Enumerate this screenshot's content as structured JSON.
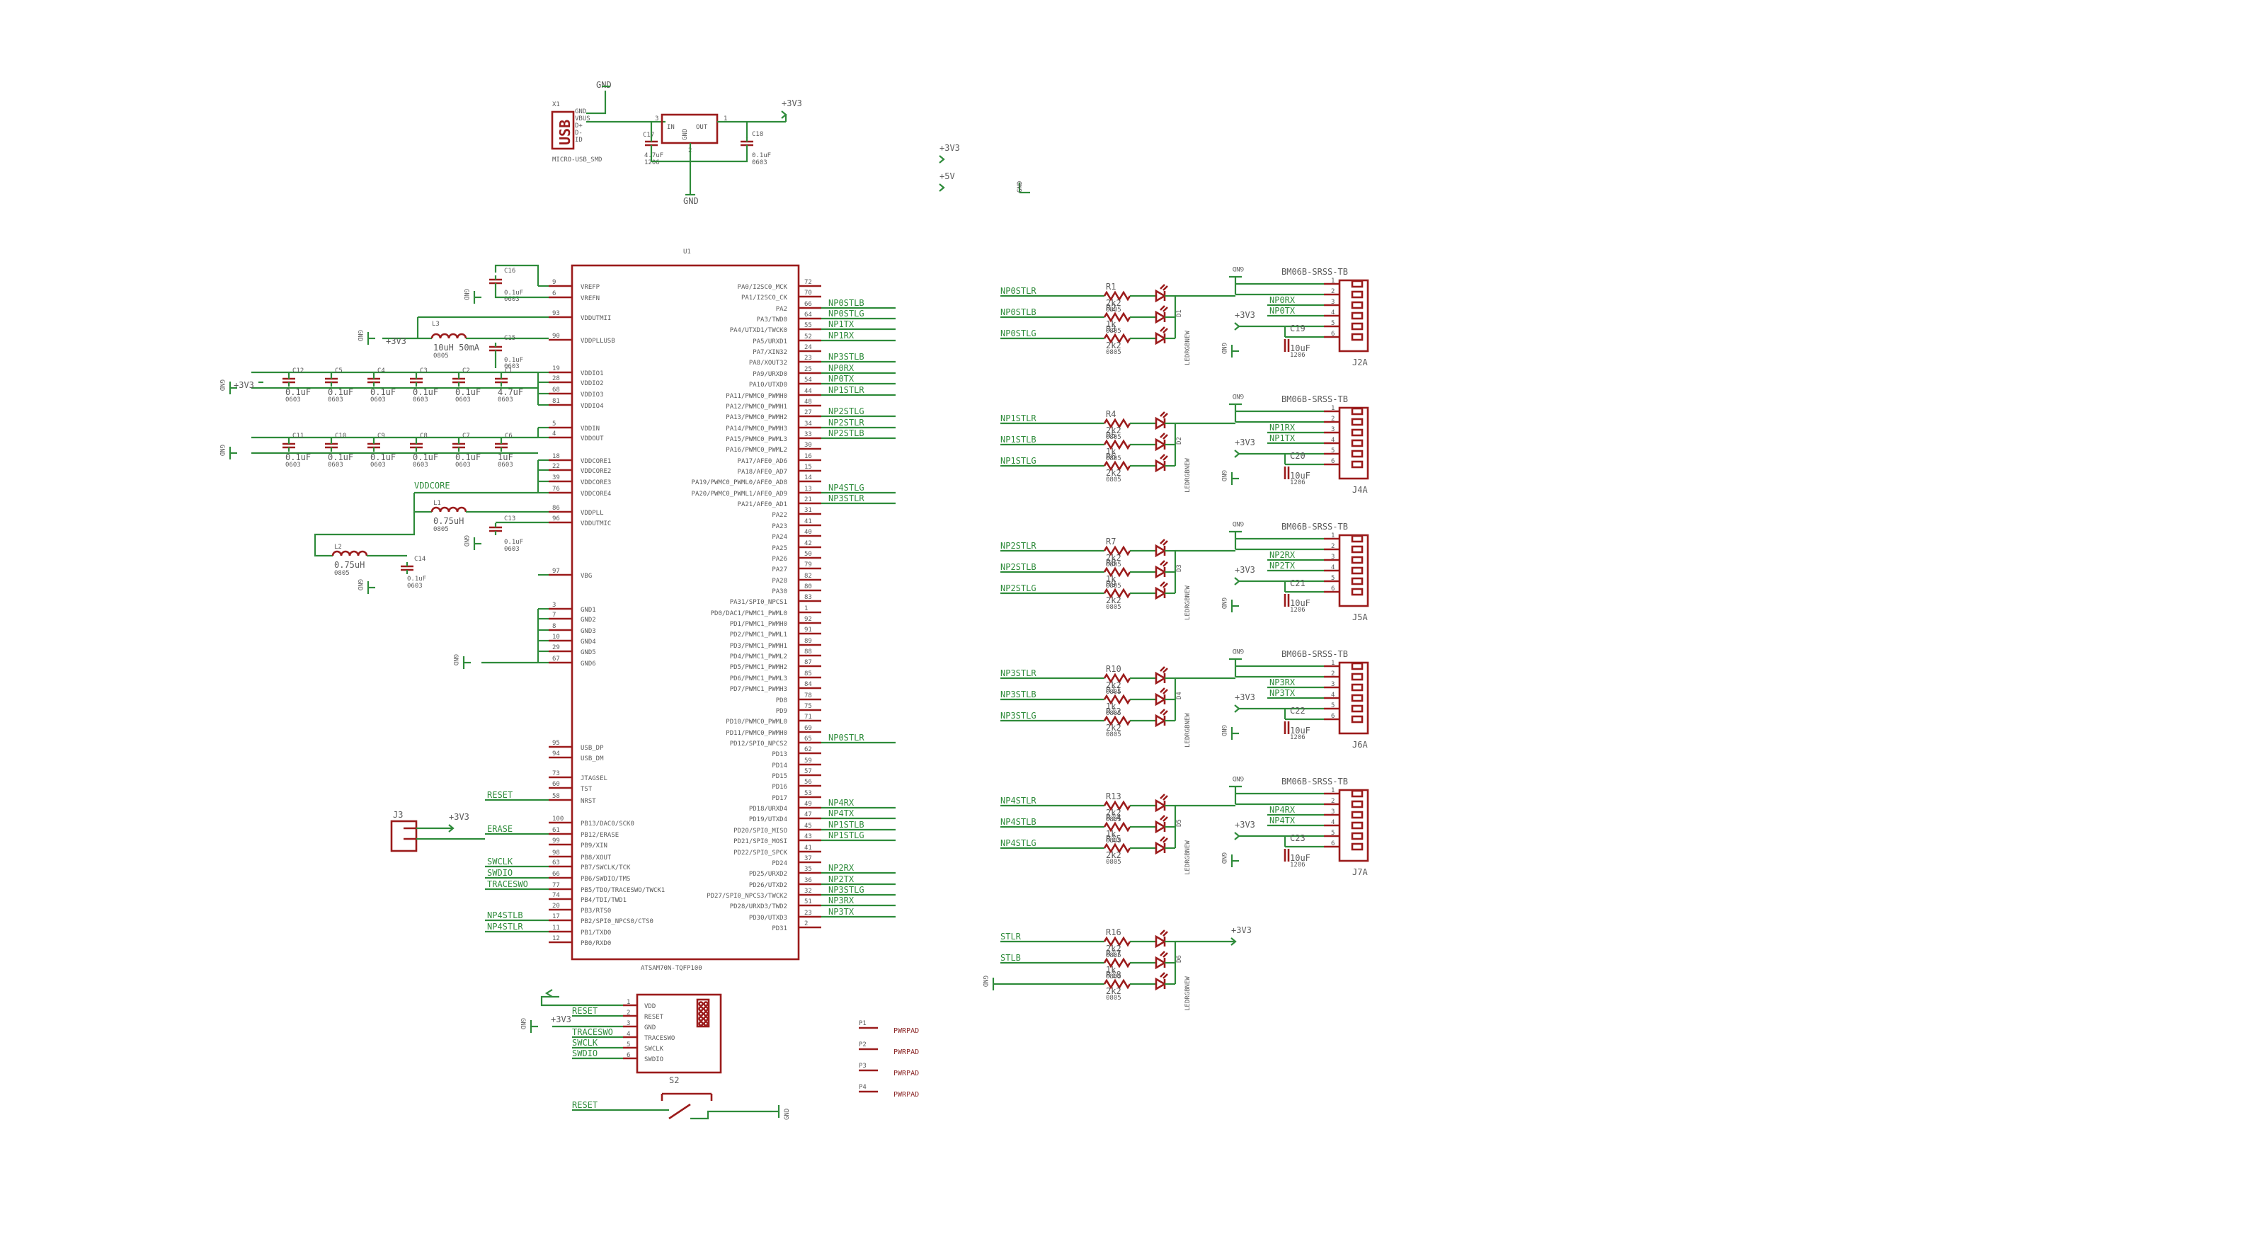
{
  "mcu": {
    "ref": "U1",
    "part": "ATSAM70N-TQFP100",
    "left_pins": [
      [
        "9",
        "VREFP"
      ],
      [
        "6",
        "VREFN"
      ],
      [
        "93",
        "VDDUTMII"
      ],
      [
        "90",
        "VDDPLLUSB"
      ],
      [
        "19",
        "VDDIO1"
      ],
      [
        "28",
        "VDDIO2"
      ],
      [
        "68",
        "VDDIO3"
      ],
      [
        "81",
        "VDDIO4"
      ],
      [
        "5",
        "VDDIN"
      ],
      [
        "4",
        "VDDOUT"
      ],
      [
        "18",
        "VDDCORE1"
      ],
      [
        "22",
        "VDDCORE2"
      ],
      [
        "39",
        "VDDCORE3"
      ],
      [
        "76",
        "VDDCORE4"
      ],
      [
        "86",
        "VDDPLL"
      ],
      [
        "96",
        "VDDUTMIC"
      ],
      [
        "97",
        "VBG"
      ],
      [
        "3",
        "GND1"
      ],
      [
        "7",
        "GND2"
      ],
      [
        "8",
        "GND3"
      ],
      [
        "10",
        "GND4"
      ],
      [
        "29",
        "GND5"
      ],
      [
        "67",
        "GND6"
      ],
      [
        "95",
        "USB_DP"
      ],
      [
        "94",
        "USB_DM"
      ],
      [
        "73",
        "JTAGSEL"
      ],
      [
        "60",
        "TST"
      ],
      [
        "58",
        "NRST"
      ],
      [
        "100",
        "PB13/DAC0/SCK0"
      ],
      [
        "61",
        "PB12/ERASE"
      ],
      [
        "99",
        "PB9/XIN"
      ],
      [
        "98",
        "PB8/XOUT"
      ],
      [
        "63",
        "PB7/SWCLK/TCK"
      ],
      [
        "66",
        "PB6/SWDIO/TMS"
      ],
      [
        "77",
        "PB5/TDO/TRACESWO/TWCK1"
      ],
      [
        "74",
        "PB4/TDI/TWD1"
      ],
      [
        "20",
        "PB3/RTS0"
      ],
      [
        "17",
        "PB2/SPI0_NPCS0/CTS0"
      ],
      [
        "11",
        "PB1/TXD0"
      ],
      [
        "12",
        "PB0/RXD0"
      ]
    ],
    "right_pins": [
      [
        "72",
        "PA0/I2SC0_MCK"
      ],
      [
        "70",
        "PA1/I2SC0_CK"
      ],
      [
        "66",
        "PA2"
      ],
      [
        "64",
        "PA3/TWD0"
      ],
      [
        "55",
        "PA4/UTXD1/TWCK0"
      ],
      [
        "52",
        "PA5/URXD1"
      ],
      [
        "24",
        "PA7/XIN32"
      ],
      [
        "23",
        "PA8/XOUT32"
      ],
      [
        "25",
        "PA9/URXD0"
      ],
      [
        "54",
        "PA10/UTXD0"
      ],
      [
        "44",
        "PA11/PWMC0_PWMH0"
      ],
      [
        "48",
        "PA12/PWMC0_PWMH1"
      ],
      [
        "27",
        "PA13/PWMC0_PWMH2"
      ],
      [
        "34",
        "PA14/PWMC0_PWMH3"
      ],
      [
        "33",
        "PA15/PWMC0_PWML3"
      ],
      [
        "30",
        "PA16/PWMC0_PWML2"
      ],
      [
        "16",
        "PA17/AFE0_AD6"
      ],
      [
        "15",
        "PA18/AFE0_AD7"
      ],
      [
        "14",
        "PA19/PWMC0_PWML0/AFE0_AD8"
      ],
      [
        "13",
        "PA20/PWMC0_PWML1/AFE0_AD9"
      ],
      [
        "21",
        "PA21/AFE0_AD1"
      ],
      [
        "31",
        "PA22"
      ],
      [
        "41",
        "PA23"
      ],
      [
        "40",
        "PA24"
      ],
      [
        "42",
        "PA25"
      ],
      [
        "50",
        "PA26"
      ],
      [
        "79",
        "PA27"
      ],
      [
        "82",
        "PA28"
      ],
      [
        "80",
        "PA30"
      ],
      [
        "83",
        "PA31/SPI0_NPCS1"
      ],
      [
        "1",
        "PD0/DAC1/PWMC1_PWML0"
      ],
      [
        "92",
        "PD1/PWMC1_PWMH0"
      ],
      [
        "91",
        "PD2/PWMC1_PWML1"
      ],
      [
        "89",
        "PD3/PWMC1_PWMH1"
      ],
      [
        "88",
        "PD4/PWMC1_PWML2"
      ],
      [
        "87",
        "PD5/PWMC1_PWMH2"
      ],
      [
        "85",
        "PD6/PWMC1_PWML3"
      ],
      [
        "84",
        "PD7/PWMC1_PWMH3"
      ],
      [
        "78",
        "PD8"
      ],
      [
        "75",
        "PD9"
      ],
      [
        "71",
        "PD10/PWMC0_PWML0"
      ],
      [
        "69",
        "PD11/PWMC0_PWMH0"
      ],
      [
        "65",
        "PD12/SPI0_NPCS2"
      ],
      [
        "62",
        "PD13"
      ],
      [
        "59",
        "PD14"
      ],
      [
        "57",
        "PD15"
      ],
      [
        "56",
        "PD16"
      ],
      [
        "53",
        "PD17"
      ],
      [
        "49",
        "PD18/URXD4"
      ],
      [
        "47",
        "PD19/UTXD4"
      ],
      [
        "45",
        "PD20/SPI0_MISO"
      ],
      [
        "43",
        "PD21/SPI0_MOSI"
      ],
      [
        "41",
        "PD22/SPI0_SPCK"
      ],
      [
        "37",
        "PD24"
      ],
      [
        "35",
        "PD25/URXD2"
      ],
      [
        "36",
        "PD26/UTXD2"
      ],
      [
        "32",
        "PD27/SPI0_NPCS3/TWCK2"
      ],
      [
        "51",
        "PD28/URXD3/TWD2"
      ],
      [
        "23",
        "PD30/UTXD3"
      ],
      [
        "2",
        "PD31"
      ]
    ],
    "right_nets": [
      [
        2,
        "NP0STLB"
      ],
      [
        3,
        "NP0STLG"
      ],
      [
        4,
        "NP1TX"
      ],
      [
        5,
        "NP1RX"
      ],
      [
        7,
        "NP3STLB"
      ],
      [
        8,
        "NP0RX"
      ],
      [
        9,
        "NP0TX"
      ],
      [
        10,
        "NP1STLR"
      ],
      [
        12,
        "NP2STLG"
      ],
      [
        13,
        "NP2STLR"
      ],
      [
        14,
        "NP2STLB"
      ],
      [
        19,
        "NP4STLG"
      ],
      [
        20,
        "NP3STLR"
      ],
      [
        42,
        "NP0STLR"
      ],
      [
        48,
        "NP4RX"
      ],
      [
        49,
        "NP4TX"
      ],
      [
        50,
        "NP1STLB"
      ],
      [
        51,
        "NP1STLG"
      ],
      [
        54,
        "NP2RX"
      ],
      [
        55,
        "NP2TX"
      ],
      [
        56,
        "NP3STLG"
      ],
      [
        57,
        "NP3RX"
      ],
      [
        58,
        "NP3TX"
      ]
    ],
    "left_nets": [
      [
        27,
        "RESET"
      ],
      [
        29,
        "ERASE"
      ],
      [
        32,
        "SWCLK"
      ],
      [
        33,
        "SWDIO"
      ],
      [
        34,
        "TRACESWO"
      ],
      [
        37,
        "NP4STLB"
      ],
      [
        38,
        "NP4STLR"
      ]
    ]
  },
  "usb": {
    "ref": "X1",
    "label": "USB",
    "part": "MICRO-USB_SMD",
    "pins": [
      "GND",
      "VBUS",
      "D+",
      "D-",
      "ID"
    ]
  },
  "regulator": {
    "in": "IN",
    "out": "OUT",
    "gnd": "GND",
    "pin_in": "3",
    "pin_out": "1",
    "pin_gnd": "2"
  },
  "supplies": {
    "v33": "+3V3",
    "v5": "+5V",
    "gnd": "GND"
  },
  "top_caps": [
    {
      "ref": "C17",
      "value": "4.7uF",
      "pkg": "1206"
    },
    {
      "ref": "C18",
      "value": "0.1uF",
      "pkg": "0603"
    }
  ],
  "left_parts": {
    "c16": {
      "ref": "C16",
      "value": "0.1uF",
      "pkg": "0603"
    },
    "l3": {
      "ref": "L3",
      "value": "10uH 50mA",
      "pkg": "0805"
    },
    "c15": {
      "ref": "C15",
      "value": "0.1uF",
      "pkg": "0603"
    },
    "row1": [
      [
        "C12",
        "0.1uF"
      ],
      [
        "C5",
        "0.1uF"
      ],
      [
        "C4",
        "0.1uF"
      ],
      [
        "C3",
        "0.1uF"
      ],
      [
        "C2",
        "0.1uF"
      ],
      [
        "C1",
        "4.7uF"
      ]
    ],
    "row2": [
      [
        "C11",
        "0.1uF"
      ],
      [
        "C10",
        "0.1uF"
      ],
      [
        "C9",
        "0.1uF"
      ],
      [
        "C8",
        "0.1uF"
      ],
      [
        "C7",
        "0.1uF"
      ],
      [
        "C6",
        "1uF"
      ]
    ],
    "vddcore": "VDDCORE",
    "l1": {
      "ref": "L1",
      "value": "0.75uH",
      "pkg": "0805"
    },
    "c13": {
      "ref": "C13",
      "value": "0.1uF",
      "pkg": "0603"
    },
    "l2": {
      "ref": "L2",
      "value": "0.75uH",
      "pkg": "0805"
    },
    "c14": {
      "ref": "C14",
      "value": "0.1uF",
      "pkg": "0603"
    },
    "j3": "J3"
  },
  "channels": [
    {
      "nets": [
        "NP0STLR",
        "NP0STLB",
        "NP0STLG"
      ],
      "r": [
        "R1",
        "R2",
        "R3"
      ],
      "d": "D1",
      "j": "J2A",
      "c": "C19",
      "rx": "NP0RX",
      "tx": "NP0TX"
    },
    {
      "nets": [
        "NP1STLR",
        "NP1STLB",
        "NP1STLG"
      ],
      "r": [
        "R4",
        "R5",
        "R6"
      ],
      "d": "D2",
      "j": "J4A",
      "c": "C20",
      "rx": "NP1RX",
      "tx": "NP1TX"
    },
    {
      "nets": [
        "NP2STLR",
        "NP2STLB",
        "NP2STLG"
      ],
      "r": [
        "R7",
        "R8",
        "R9"
      ],
      "d": "D3",
      "j": "J5A",
      "c": "C21",
      "rx": "NP2RX",
      "tx": "NP2TX"
    },
    {
      "nets": [
        "NP3STLR",
        "NP3STLB",
        "NP3STLG"
      ],
      "r": [
        "R10",
        "R11",
        "R12"
      ],
      "d": "D4",
      "j": "J6A",
      "c": "C22",
      "rx": "NP3RX",
      "tx": "NP3TX"
    },
    {
      "nets": [
        "NP4STLR",
        "NP4STLB",
        "NP4STLG"
      ],
      "r": [
        "R13",
        "R14",
        "R15"
      ],
      "d": "D5",
      "j": "J7A",
      "c": "C23",
      "rx": "NP4RX",
      "tx": "NP4TX"
    }
  ],
  "channel_common": {
    "connector": "BM06B-SRSS-TB",
    "cap_value": "10uF",
    "cap_pkg": "1206",
    "led": "LEDRGBNEW",
    "r_vals": [
      "2k2",
      "1k",
      "2k2"
    ],
    "r_pkg": "0805"
  },
  "status_led": {
    "nets": [
      "STLR",
      "STLB"
    ],
    "r": [
      "R16",
      "R17",
      "R18"
    ],
    "d": "D6",
    "r_vals": [
      "2k2",
      "1k",
      "2k2"
    ]
  },
  "debug": {
    "pins": [
      "VDD",
      "RESET",
      "GND",
      "TRACESWO",
      "SWCLK",
      "SWDIO"
    ],
    "nets": [
      "+3V3",
      "RESET",
      "GND",
      "TRACESWO",
      "SWCLK",
      "SWDIO"
    ]
  },
  "switch": {
    "ref": "S2",
    "net": "RESET"
  },
  "pads": [
    {
      "ref": "P1",
      "label": "PWRPAD"
    },
    {
      "ref": "P2",
      "label": "PWRPAD"
    },
    {
      "ref": "P3",
      "label": "PWRPAD"
    },
    {
      "ref": "P4",
      "label": "PWRPAD"
    }
  ]
}
